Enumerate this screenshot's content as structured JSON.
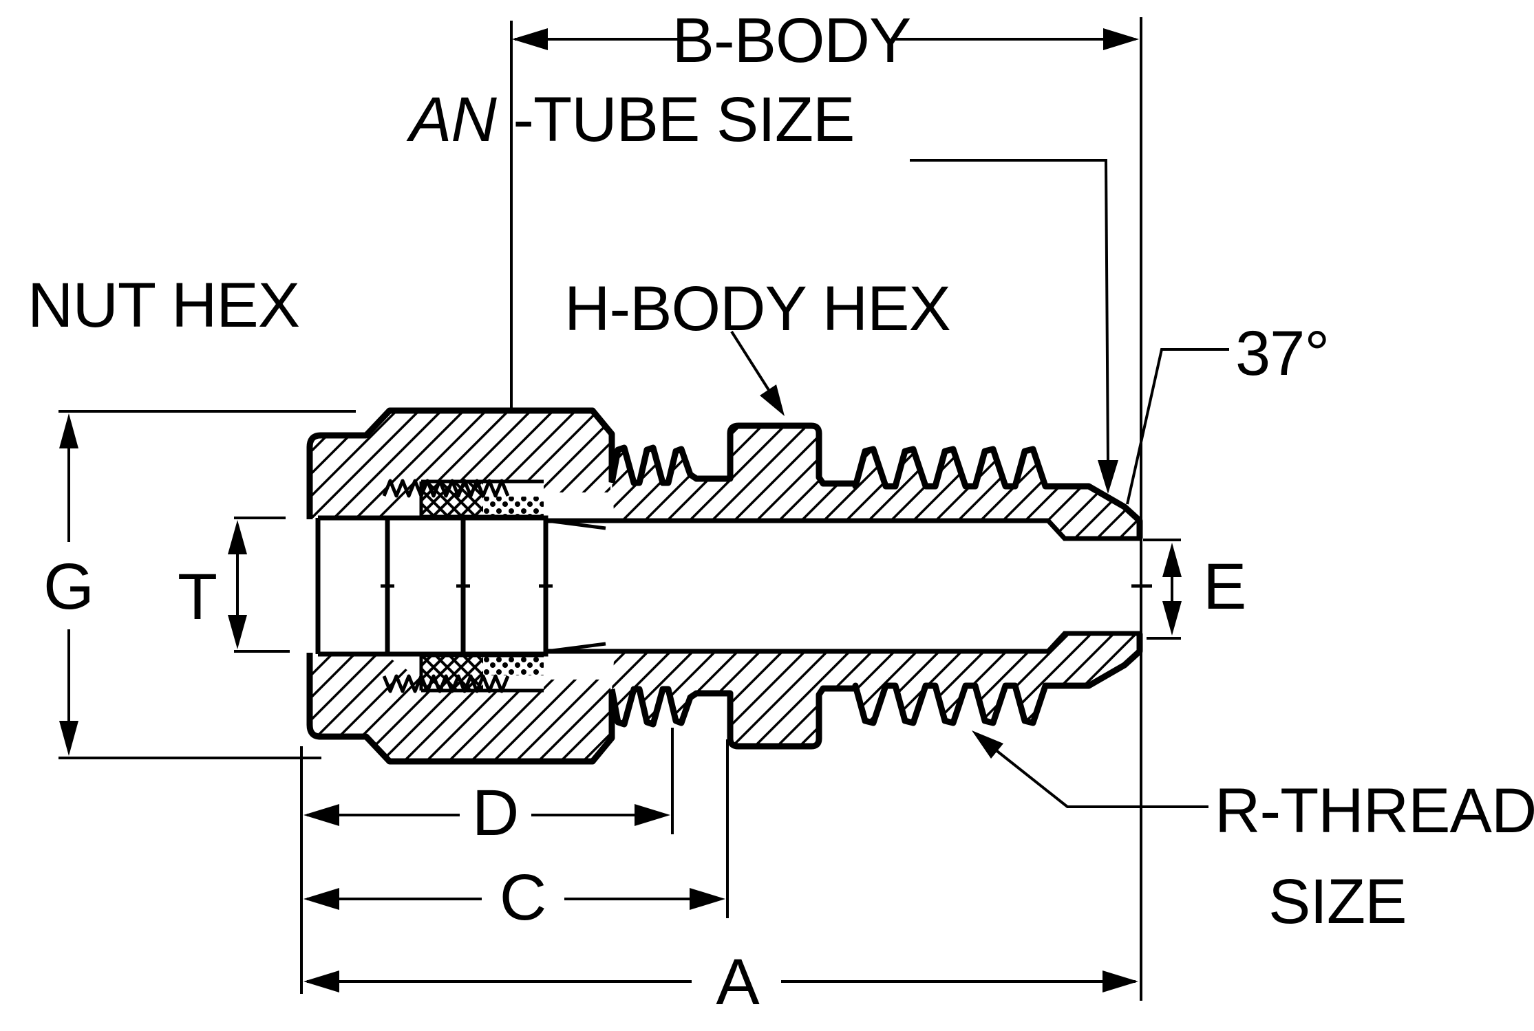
{
  "diagram": {
    "description": "Cross-section drawing of a male AN flare tube fitting with nut, body hex and threads, annotated with dimension letters",
    "colors": {
      "ink": "#000000",
      "paper": "#ffffff"
    },
    "labels": {
      "b_body": "B-BODY",
      "an_italic": "AN",
      "an_rest": " -TUBE SIZE",
      "h_body_hex": "H-BODY HEX",
      "nut_hex": "NUT HEX",
      "angle": "37°",
      "g": "G",
      "t": "T",
      "e": "E",
      "d": "D",
      "c": "C",
      "a": "A",
      "r_thread": "R-THREAD",
      "r_thread_size": "SIZE"
    }
  }
}
